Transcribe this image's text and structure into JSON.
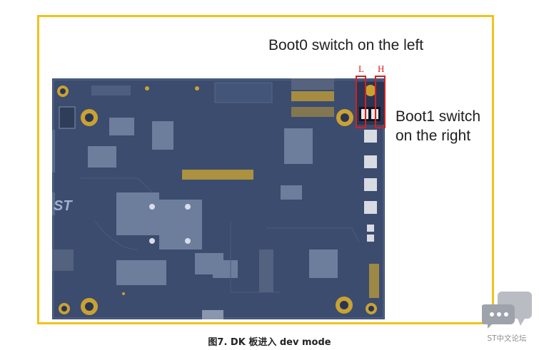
{
  "callouts": {
    "boot0": "Boot0 switch on the left",
    "boot1_line1": "Boot1 switch",
    "boot1_line2": "on the right"
  },
  "switch_labels": {
    "low": "L",
    "high": "H"
  },
  "board": {
    "silkscreen_logo": "ST"
  },
  "caption": "图7. DK 板进入 dev mode",
  "watermark": {
    "text": "ST中文论坛",
    "icon": "chat-bubble-icon"
  },
  "colors": {
    "frame": "#f2c21b",
    "pcb": "#3b4c6e",
    "annotation": "#d42020"
  }
}
